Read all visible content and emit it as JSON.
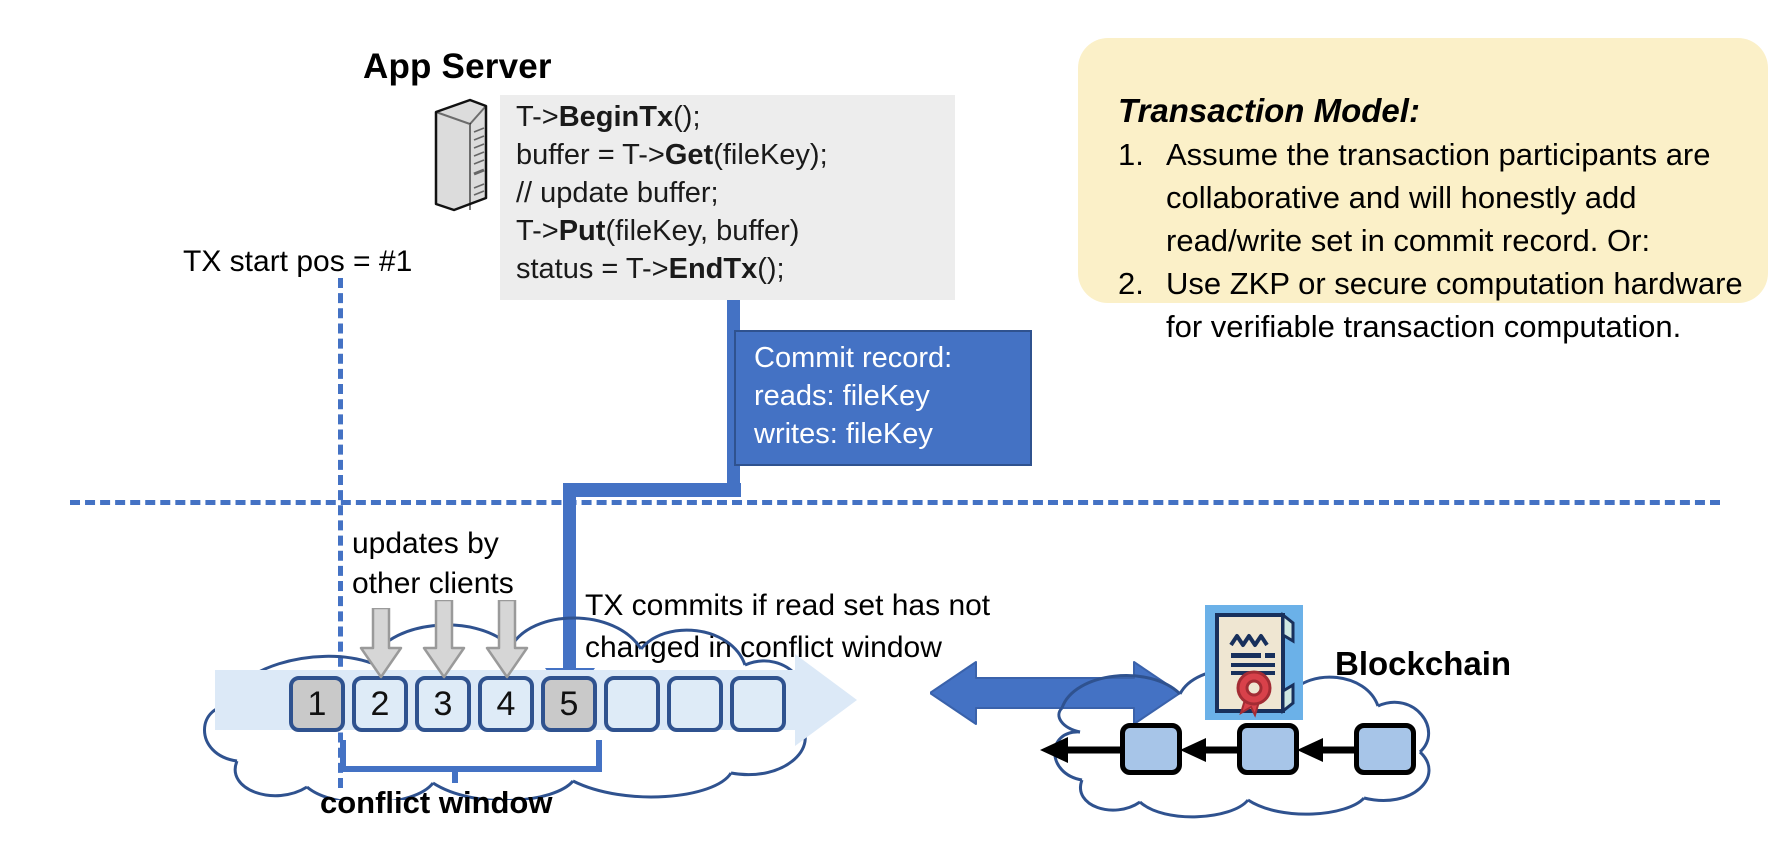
{
  "app_server": {
    "title": "App Server",
    "icon": "server-icon",
    "code": [
      {
        "plain1": "T->",
        "bold": "BeginTx",
        "plain2": "();"
      },
      {
        "plain1": "buffer = T->",
        "bold": "Get",
        "plain2": "(fileKey);"
      },
      {
        "plain1": "// update buffer;",
        "bold": "",
        "plain2": ""
      },
      {
        "plain1": "T->",
        "bold": "Put",
        "plain2": "(fileKey, buffer)"
      },
      {
        "plain1": "status = T->",
        "bold": "EndTx",
        "plain2": "();"
      }
    ]
  },
  "tx_start": {
    "label": "TX start pos = #1"
  },
  "commit_record": {
    "lines": [
      "Commit record:",
      "reads: fileKey",
      "writes: fileKey"
    ]
  },
  "ledger": {
    "updates_label_l1": "updates by",
    "updates_label_l2": "other clients",
    "commit_note_l1": "TX commits if read set has not",
    "commit_note_l2": "changed in conflict window",
    "slots": [
      {
        "label": "1",
        "state": "filled"
      },
      {
        "label": "2",
        "state": "empty"
      },
      {
        "label": "3",
        "state": "empty"
      },
      {
        "label": "4",
        "state": "empty"
      },
      {
        "label": "5",
        "state": "filled"
      },
      {
        "label": "",
        "state": "empty"
      },
      {
        "label": "",
        "state": "empty"
      },
      {
        "label": "",
        "state": "empty"
      }
    ],
    "conflict_window_label": "conflict window"
  },
  "blockchain": {
    "label": "Blockchain",
    "cert_icon": "certificate-icon",
    "blocks": [
      "",
      "",
      ""
    ]
  },
  "transaction_model": {
    "title": "Transaction Model:",
    "items": [
      {
        "num": "1.",
        "text": "Assume the transaction participants are collaborative and will honestly add read/write set in commit record.  Or:"
      },
      {
        "num": "2.",
        "text": "Use ZKP or secure computation hardware for verifiable transaction computation."
      }
    ]
  },
  "colors": {
    "accent_blue": "#4472C4",
    "dark_blue": "#2F528F",
    "ledger_fill": "#DCE9F7",
    "slot_filled": "#C9C9C9",
    "slot_empty": "#DEEBF7",
    "code_bg": "#EDEDED",
    "callout_bg": "#FBF0C8",
    "block_fill": "#A7C5E8",
    "cert_bg": "#6BB1E8"
  }
}
